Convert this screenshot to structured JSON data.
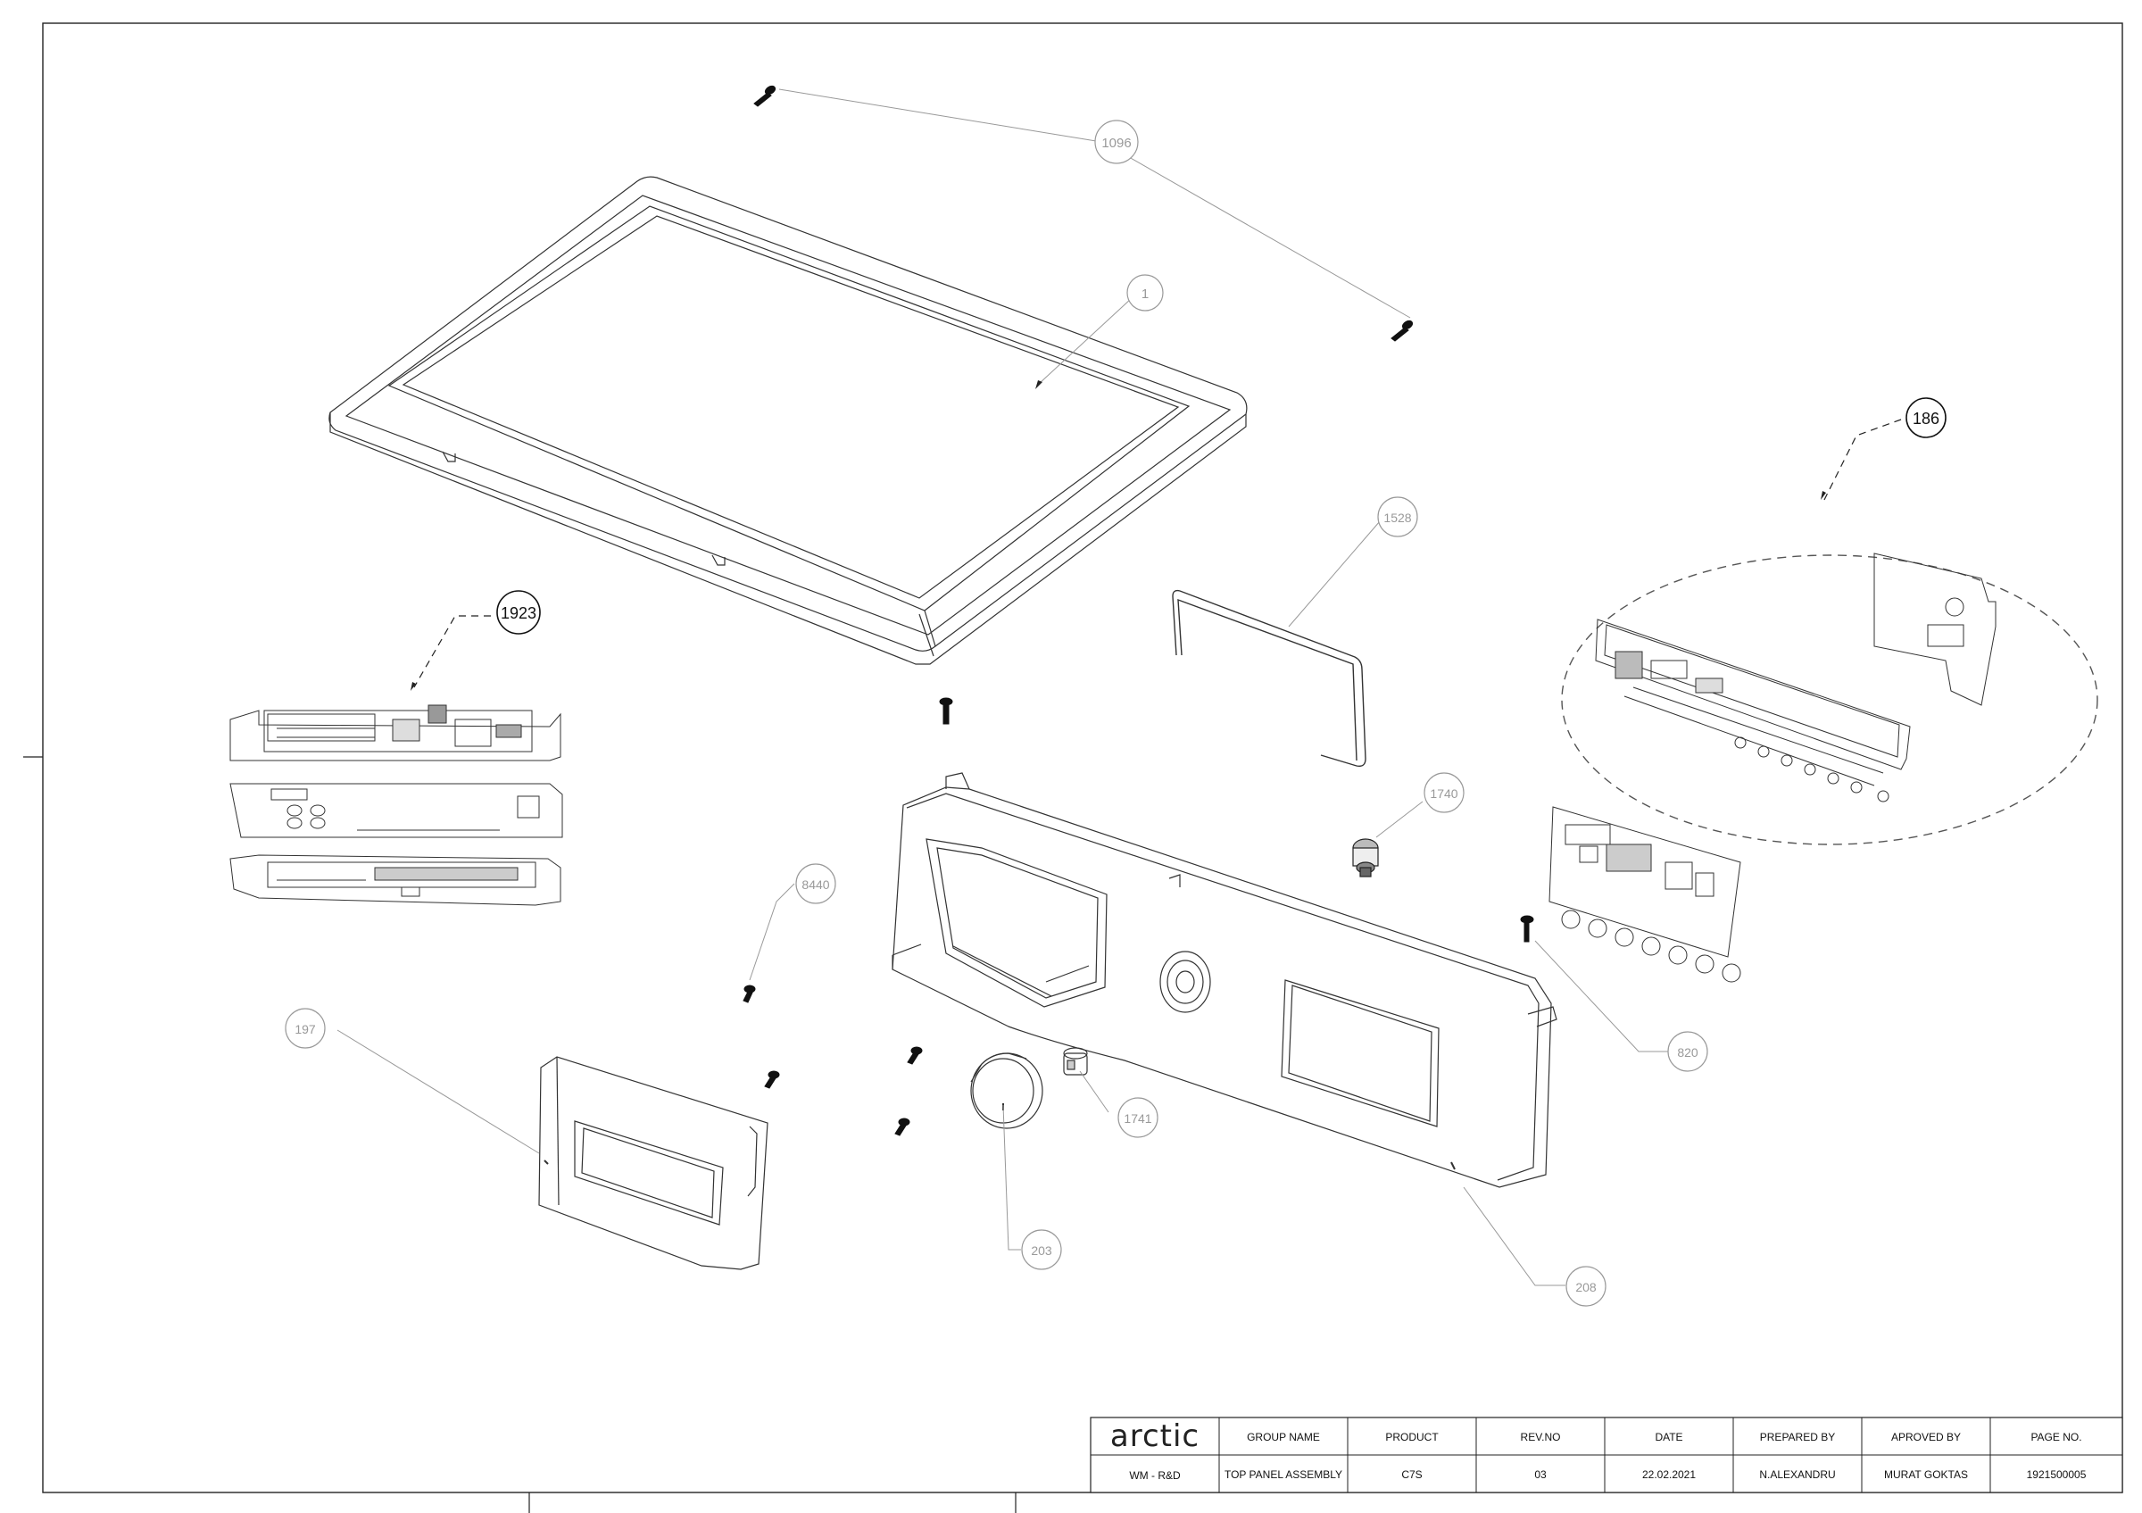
{
  "callouts": {
    "c1096": "1096",
    "c1": "1",
    "c186": "186",
    "c1528": "1528",
    "c1923": "1923",
    "c1740": "1740",
    "c8440": "8440",
    "c197": "197",
    "c820": "820",
    "c1741": "1741",
    "c203": "203",
    "c208": "208"
  },
  "title_block": {
    "logo": "arctic",
    "dept": "WM - R&D",
    "headers": [
      "GROUP NAME",
      "PRODUCT",
      "REV.NO",
      "DATE",
      "PREPARED BY",
      "APROVED BY",
      "PAGE NO."
    ],
    "values": [
      "TOP PANEL ASSEMBLY",
      "C7S",
      "03",
      "22.02.2021",
      "N.ALEXANDRU",
      "MURAT GOKTAS",
      "1921500005"
    ]
  },
  "colors": {
    "line": "#333333",
    "light_callout": "#9a9a9a",
    "dark_callout": "#111111"
  }
}
